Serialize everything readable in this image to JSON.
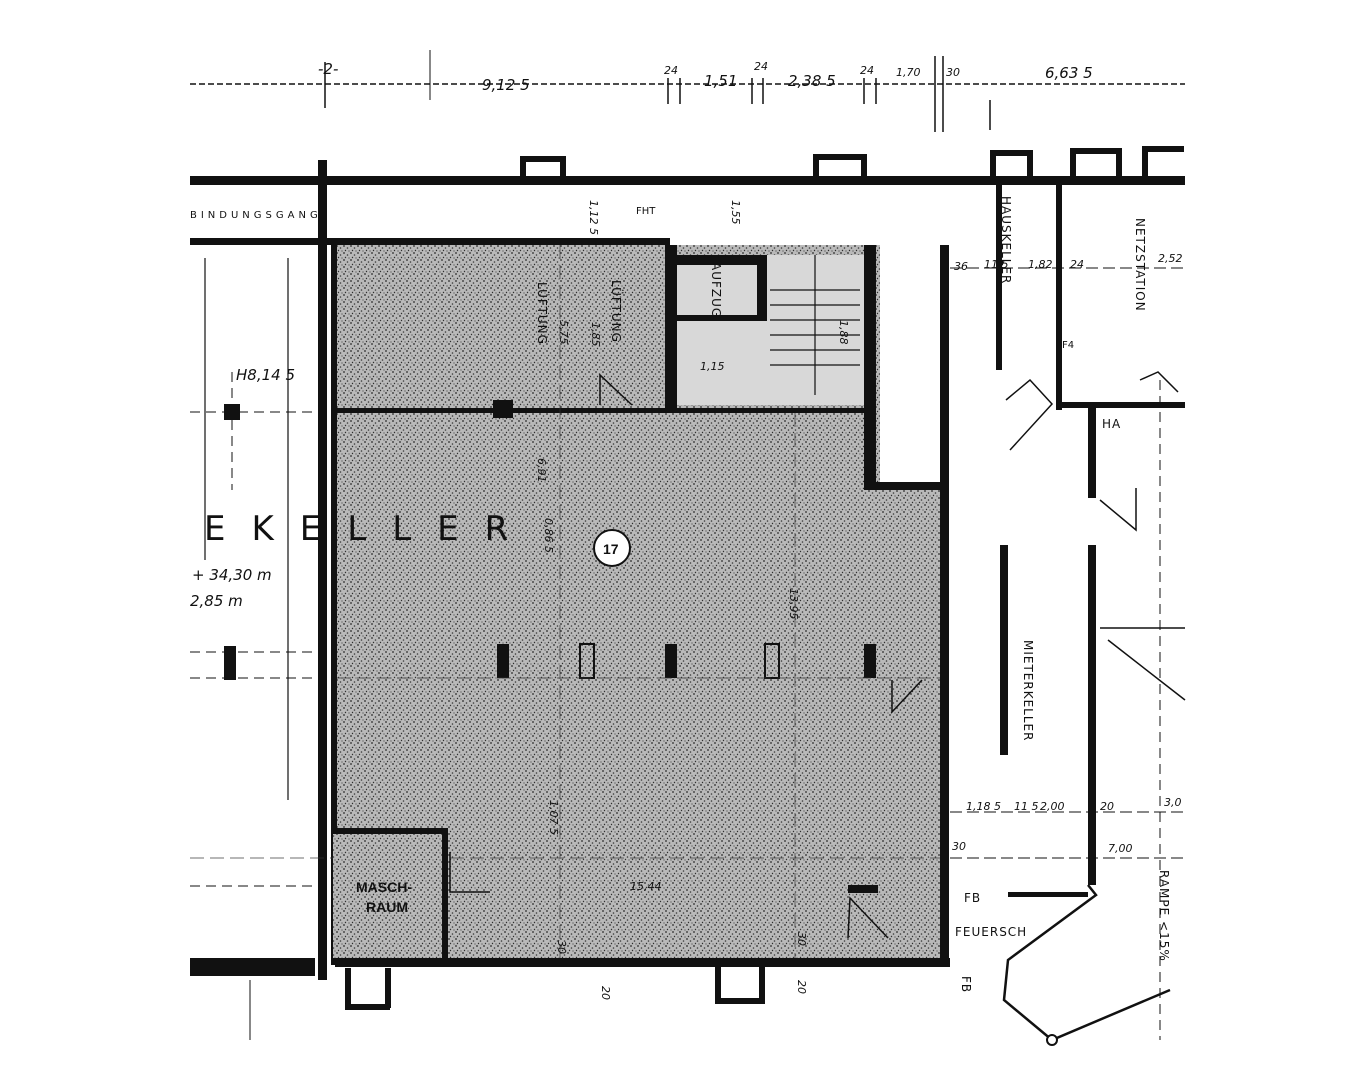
{
  "plan": {
    "room_number": "17",
    "room_title": "EKELLER",
    "level_elevation": "+ 34,30 m",
    "room_height": "2,85 m",
    "level_mark": "H8,14 5",
    "corridor_label": "BINDUNGSGANG",
    "rooms": {
      "masch": "MASCH-",
      "masch2": "RAUM",
      "hauskeller": "HAUSKELLER",
      "netzstation": "NETZSTATION",
      "mieterkeller": "MIETERKELLER",
      "ha": "HA",
      "feuersch": "FEUERSCH",
      "rampe": "RAMPE <15%",
      "fb1": "FB",
      "fb2": "FB",
      "fk": "F4",
      "fht": "FHT",
      "aufzug": "AUFZUG",
      "luftung1": "LÜFTUNG",
      "luftung2": "LÜFTUNG"
    },
    "dims_top": {
      "d1": "-2-",
      "d2": "9,12 5",
      "d3": "24",
      "d4": "1,51",
      "d5": "24",
      "d6": "2,38 5",
      "d7": "24",
      "d8": "1,70",
      "d9": "30",
      "d10": "6,63 5"
    },
    "dims_inner": {
      "a": "5,75",
      "b": "1,85",
      "c": "1,12 5",
      "d": "1,55",
      "e": "6,91",
      "f": "0,86 5",
      "g": "13,95",
      "h": "1,07 5",
      "i": "15,44",
      "j": "30",
      "k": "30",
      "l": "20",
      "m": "20",
      "n": "1,15",
      "o": "1,88"
    },
    "dims_right": {
      "r1": "36",
      "r2": "11 5",
      "r3": "1,82",
      "r4": "24",
      "r5": "2,52",
      "r6": "1,18 5",
      "r7": "11 5",
      "r8": "2,00",
      "r9": "20",
      "r10": "3,0",
      "r11": "7,00",
      "r12": "30"
    }
  },
  "colors": {
    "ink": "#111111",
    "fill_stipple": "#9a9a9a",
    "paper": "#ffffff"
  }
}
